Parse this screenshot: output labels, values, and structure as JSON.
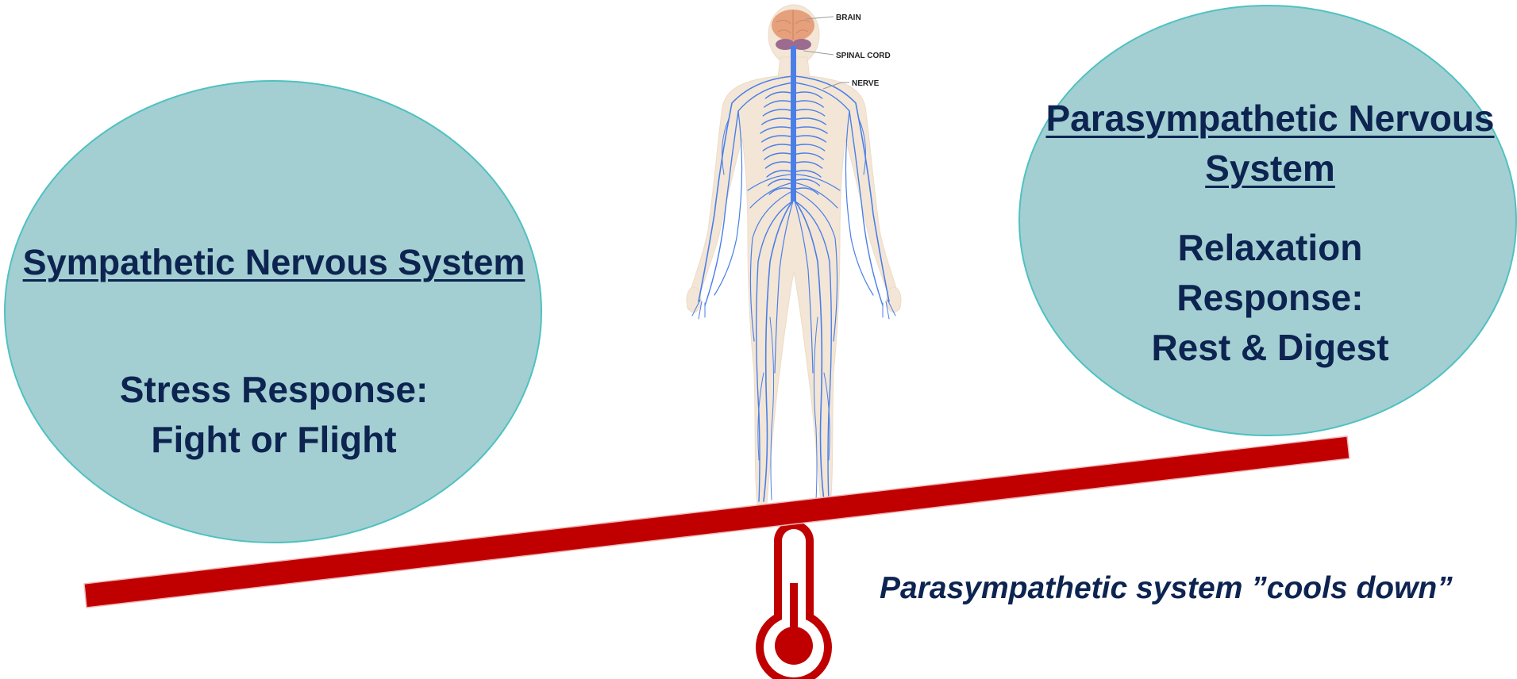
{
  "sympathetic": {
    "heading": "Sympathetic Nervous System",
    "response_line1": "Stress Response:",
    "response_line2": "Fight or Flight"
  },
  "parasympathetic": {
    "heading_line1": "Parasympathetic Nervous",
    "heading_line2": "System",
    "response_line1": "Relaxation",
    "response_line2": "Response:",
    "response_line3": "Rest & Digest"
  },
  "body_labels": {
    "brain": "BRAIN",
    "spinal_cord": "SPINAL CORD",
    "nerve": "NERVE"
  },
  "caption": "Parasympathetic system ”cools down”",
  "colors": {
    "ellipse_fill": "#a3cfd2",
    "ellipse_stroke": "#4fc1c1",
    "text_navy": "#0d2451",
    "seesaw_red": "#c00000",
    "nerve_blue": "#4a7fe8",
    "skin": "#f3e6d6",
    "brain": "#e6a07c",
    "cerebellum": "#9c6c90"
  },
  "icons": [
    "thermometer-icon",
    "human-body-nervous-system-illustration"
  ]
}
